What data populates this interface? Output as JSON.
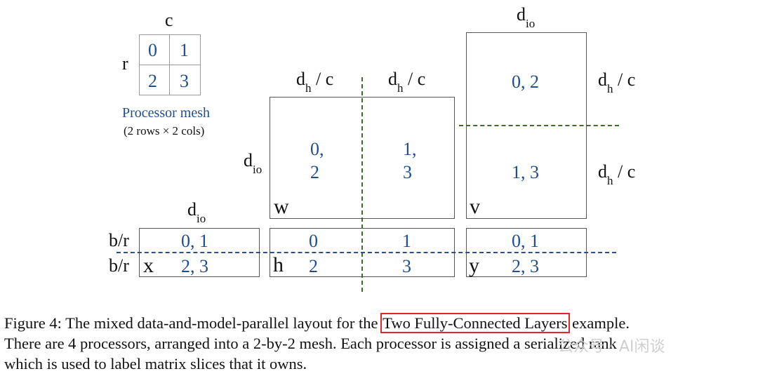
{
  "mesh": {
    "col_label": "c",
    "row_label": "r",
    "cells": [
      "0",
      "1",
      "2",
      "3"
    ],
    "title": "Processor mesh",
    "subtitle": "(2 rows × 2 cols)"
  },
  "labels": {
    "d_base": "d",
    "sub_io": "io",
    "sub_h": "h",
    "over_c": " / c",
    "b_over_r": "b/r"
  },
  "matrices": {
    "w": {
      "name": "w",
      "slices": [
        "0,",
        "2",
        "1,",
        "3"
      ]
    },
    "v": {
      "name": "v",
      "slices": [
        "0, 2",
        "1, 3"
      ]
    },
    "x": {
      "name": "x",
      "slices": [
        "0, 1",
        "2, 3"
      ]
    },
    "h": {
      "name": "h",
      "slices": [
        "0",
        "1",
        "2",
        "3"
      ]
    },
    "y": {
      "name": "y",
      "slices": [
        "0, 1",
        "2, 3"
      ]
    }
  },
  "caption": {
    "line1_pre": "Figure 4: The mixed data-and-model-parallel layout for the ",
    "line1_highlight": "Two Fully-Connected Layers",
    "line1_post": " example.",
    "line2_pre": "There are 4 processors, arranged into a 2-by-2 mesh. Each processor is ",
    "line2_obscured": "assigned a serialized rank",
    "line3": "which is used to label matrix slices that it owns."
  },
  "watermark": "公众号 · AI闲谈",
  "colors": {
    "slice_text": "#1f4e8c",
    "shard_dash_vertical": "#3f6b2a",
    "shard_dash_horizontal_blue": "#2a4f8c",
    "highlight_box": "#e3262a"
  }
}
